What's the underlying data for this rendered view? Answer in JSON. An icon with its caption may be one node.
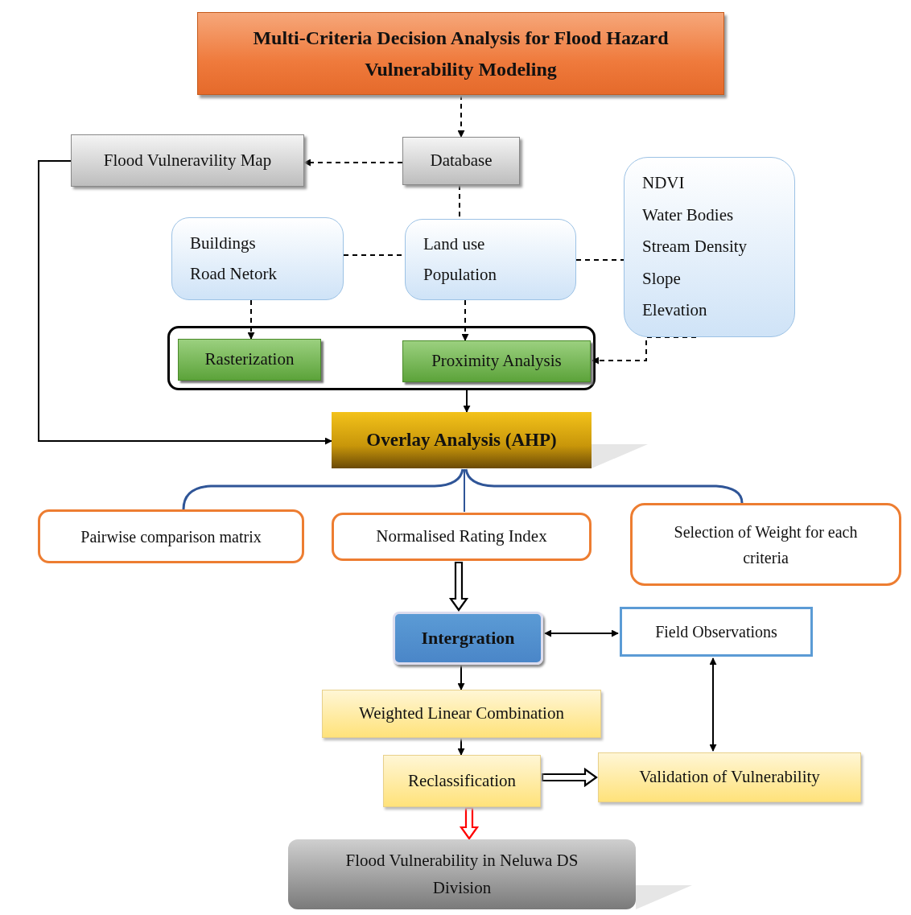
{
  "diagram": {
    "nodes": [
      {
        "text": [
          "Multi-Criteria Decision Analysis for Flood Hazard Vulnerability Modeling"
        ]
      },
      {
        "text": [
          "Database"
        ]
      },
      {
        "text": [
          "Flood Vulneravility Map"
        ]
      },
      {
        "text": [
          "Buildings",
          "Road Netork"
        ]
      },
      {
        "text": [
          "Land use",
          "Population"
        ]
      },
      {
        "text": [
          "NDVI",
          "Water Bodies",
          "Stream Density",
          "Slope",
          "Elevation"
        ]
      },
      {
        "text": [],
        "shape": "box"
      },
      {
        "text": [
          "Rasterization"
        ],
        "in": 6
      },
      {
        "text": [
          "Proximity Analysis"
        ],
        "in": 6
      },
      {
        "text": [
          "Overlay Analysis (AHP)"
        ]
      },
      {
        "text": [
          "Pairwise comparison matrix"
        ]
      },
      {
        "text": [
          "Normalised Rating Index"
        ]
      },
      {
        "text": [
          "Selection of Weight for each criteria"
        ]
      },
      {
        "text": [
          "Intergration"
        ]
      },
      {
        "text": [
          "Field Observations"
        ]
      },
      {
        "text": [
          "Weighted Linear Combination"
        ]
      },
      {
        "text": [
          "Reclassification"
        ]
      },
      {
        "text": [
          "Validation of Vulnerability"
        ]
      },
      {
        "text": [
          "Flood Vulnerability in Neluwa DS Division"
        ]
      }
    ],
    "edges": [
      {
        "from": 0,
        "to": 1,
        "arrow": "to",
        "style": "dashed"
      },
      {
        "from": 1,
        "to": 2,
        "arrow": "to",
        "style": "dashed"
      },
      {
        "from": 1,
        "to": 4,
        "arrow": "none",
        "style": "dashed"
      },
      {
        "from": 3,
        "to": 4,
        "arrow": "none",
        "style": "dashed"
      },
      {
        "from": 4,
        "to": 5,
        "arrow": "none",
        "style": "dashed"
      },
      {
        "from": 3,
        "to": 7,
        "arrow": "to",
        "style": "dashed"
      },
      {
        "from": 4,
        "to": 8,
        "arrow": "to",
        "style": "dashed"
      },
      {
        "from": 5,
        "to": 8,
        "arrow": "to",
        "style": "dashed"
      },
      {
        "from": 6,
        "to": 9,
        "arrow": "to"
      },
      {
        "from": 2,
        "to": 9,
        "arrow": "to"
      },
      {
        "from": 9,
        "to": 10,
        "arrow": "none",
        "color": "#2f5597"
      },
      {
        "from": 9,
        "to": 11,
        "arrow": "none",
        "color": "#2f5597"
      },
      {
        "from": 9,
        "to": 12,
        "arrow": "none",
        "color": "#2f5597"
      },
      {
        "from": 11,
        "to": 13,
        "arrow": "to",
        "style": "thick"
      },
      {
        "from": 13,
        "to": 14,
        "arrow": "both"
      },
      {
        "from": 14,
        "to": 17,
        "arrow": "both"
      },
      {
        "from": 13,
        "to": 15,
        "arrow": "to"
      },
      {
        "from": 15,
        "to": 16,
        "arrow": "to"
      },
      {
        "from": 16,
        "to": 17,
        "arrow": "to",
        "style": "thick"
      },
      {
        "from": 16,
        "to": 18,
        "arrow": "to",
        "style": "thick",
        "color": "#ff0000"
      }
    ]
  }
}
